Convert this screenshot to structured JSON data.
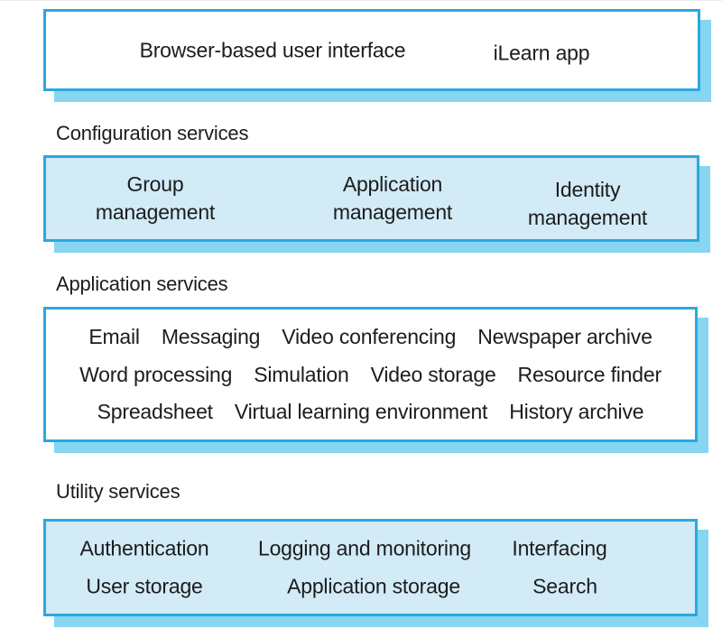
{
  "colors": {
    "box_border": "#29a9e0",
    "box_shadow": "#86d6f1",
    "box_fill_light_blue": "#d2ebf7",
    "box_fill_white": "#ffffff",
    "text": "#1c1c1c"
  },
  "header_box": {
    "left_label": "Browser-based user interface",
    "right_label": "iLearn app"
  },
  "sections": {
    "configuration": {
      "heading": "Configuration services",
      "items": [
        {
          "line1": "Group",
          "line2": "management"
        },
        {
          "line1": "Application",
          "line2": "management"
        },
        {
          "line1": "Identity",
          "line2": "management"
        }
      ]
    },
    "application": {
      "heading": "Application services",
      "rows": [
        [
          "Email",
          "Messaging",
          "Video conferencing",
          "Newspaper archive"
        ],
        [
          "Word processing",
          "Simulation",
          "Video storage",
          "Resource finder"
        ],
        [
          "Spreadsheet",
          "Virtual learning environment",
          "History archive"
        ]
      ]
    },
    "utility": {
      "heading": "Utility services",
      "rows": [
        [
          "Authentication",
          "Logging and monitoring",
          "Interfacing"
        ],
        [
          "User storage",
          "Application storage",
          "Search"
        ]
      ]
    }
  }
}
